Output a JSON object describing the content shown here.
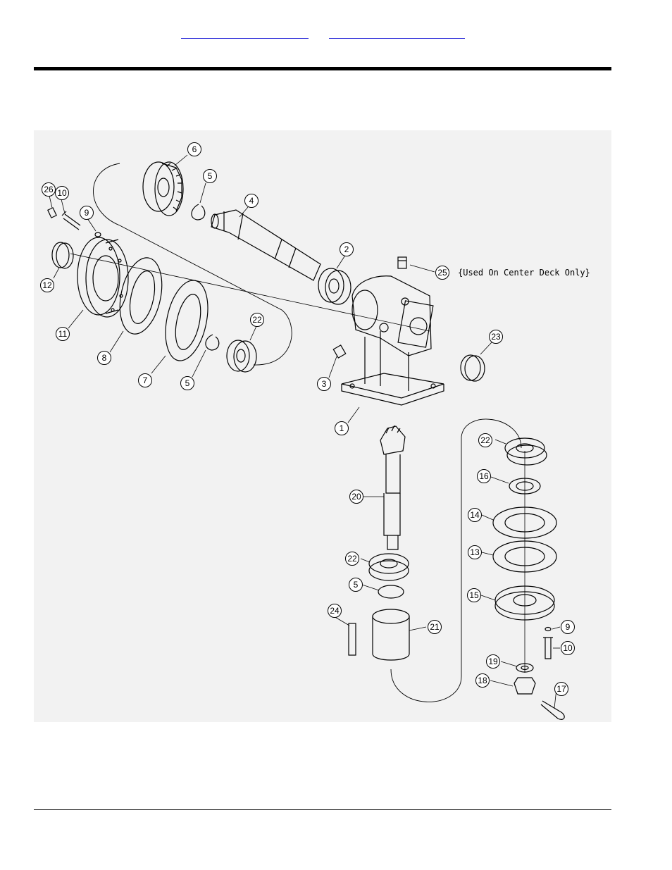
{
  "header": {
    "links": [
      "",
      ""
    ]
  },
  "diagram": {
    "note": "{Used On Center Deck Only}",
    "callouts": [
      {
        "id": "c6",
        "label": "6"
      },
      {
        "id": "c5a",
        "label": "5"
      },
      {
        "id": "c4",
        "label": "4"
      },
      {
        "id": "c26",
        "label": "26"
      },
      {
        "id": "c10a",
        "label": "10"
      },
      {
        "id": "c9a",
        "label": "9"
      },
      {
        "id": "c12",
        "label": "12"
      },
      {
        "id": "c11",
        "label": "11"
      },
      {
        "id": "c8",
        "label": "8"
      },
      {
        "id": "c7",
        "label": "7"
      },
      {
        "id": "c5b",
        "label": "5"
      },
      {
        "id": "c22a",
        "label": "22"
      },
      {
        "id": "c2",
        "label": "2"
      },
      {
        "id": "c25",
        "label": "25"
      },
      {
        "id": "c23",
        "label": "23"
      },
      {
        "id": "c3",
        "label": "3"
      },
      {
        "id": "c1",
        "label": "1"
      },
      {
        "id": "c22b",
        "label": "22"
      },
      {
        "id": "c16",
        "label": "16"
      },
      {
        "id": "c20",
        "label": "20"
      },
      {
        "id": "c14",
        "label": "14"
      },
      {
        "id": "c13",
        "label": "13"
      },
      {
        "id": "c22c",
        "label": "22"
      },
      {
        "id": "c5c",
        "label": "5"
      },
      {
        "id": "c15",
        "label": "15"
      },
      {
        "id": "c24",
        "label": "24"
      },
      {
        "id": "c21",
        "label": "21"
      },
      {
        "id": "c9b",
        "label": "9"
      },
      {
        "id": "c10b",
        "label": "10"
      },
      {
        "id": "c19",
        "label": "19"
      },
      {
        "id": "c18",
        "label": "18"
      },
      {
        "id": "c17",
        "label": "17"
      }
    ]
  }
}
